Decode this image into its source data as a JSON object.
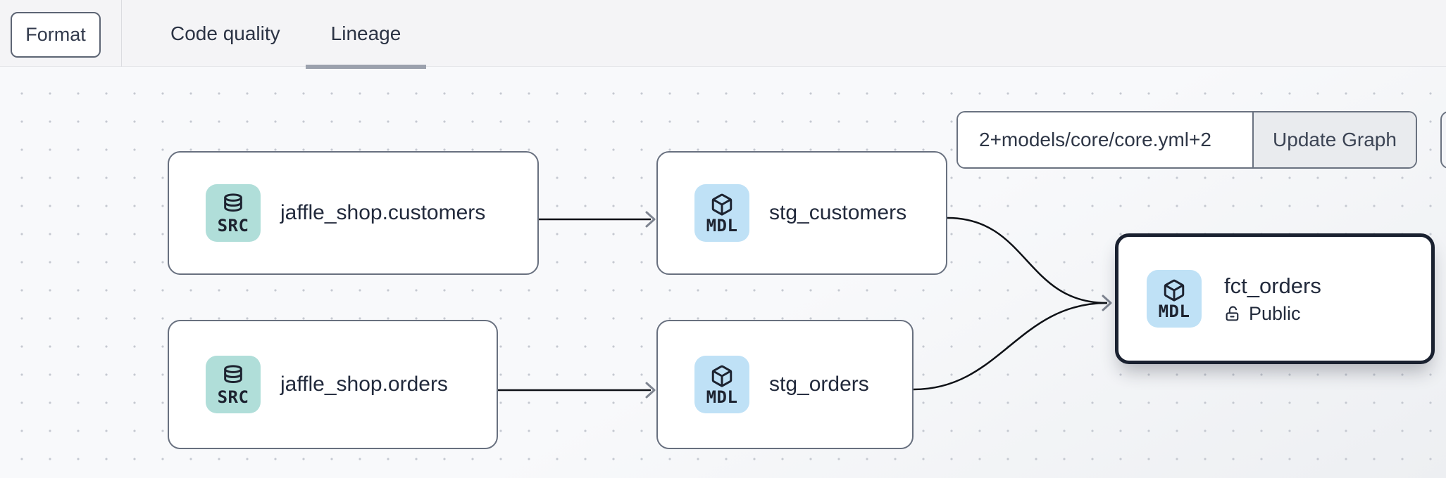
{
  "header": {
    "format_button": "Format",
    "tabs": [
      {
        "label": "Code quality",
        "active": false
      },
      {
        "label": "Lineage",
        "active": true
      }
    ]
  },
  "lineage_controls": {
    "selector_value": "2+models/core/core.yml+2",
    "update_button": "Update Graph"
  },
  "graph": {
    "nodes": [
      {
        "id": "source-jaffle-shop-customers",
        "badge": "SRC",
        "icon": "database-icon",
        "label": "jaffle_shop.customers"
      },
      {
        "id": "model-stg-customers",
        "badge": "MDL",
        "icon": "cube-icon",
        "label": "stg_customers"
      },
      {
        "id": "source-jaffle-shop-orders",
        "badge": "SRC",
        "icon": "database-icon",
        "label": "jaffle_shop.orders"
      },
      {
        "id": "model-stg-orders",
        "badge": "MDL",
        "icon": "cube-icon",
        "label": "stg_orders"
      },
      {
        "id": "model-fct-orders",
        "badge": "MDL",
        "icon": "cube-icon",
        "label": "fct_orders",
        "visibility": "Public",
        "selected": true
      }
    ],
    "edges": [
      {
        "from": "jaffle_shop.customers",
        "to": "stg_customers"
      },
      {
        "from": "jaffle_shop.orders",
        "to": "stg_orders"
      },
      {
        "from": "stg_customers",
        "to": "fct_orders"
      },
      {
        "from": "stg_orders",
        "to": "fct_orders"
      }
    ]
  },
  "colors": {
    "source_badge_bg": "#b0ded9",
    "model_badge_bg": "#bfe1f6",
    "selected_node_border": "#1a2130",
    "edge_stroke": "#0e1116",
    "tab_underline": "#9ba1ad"
  }
}
